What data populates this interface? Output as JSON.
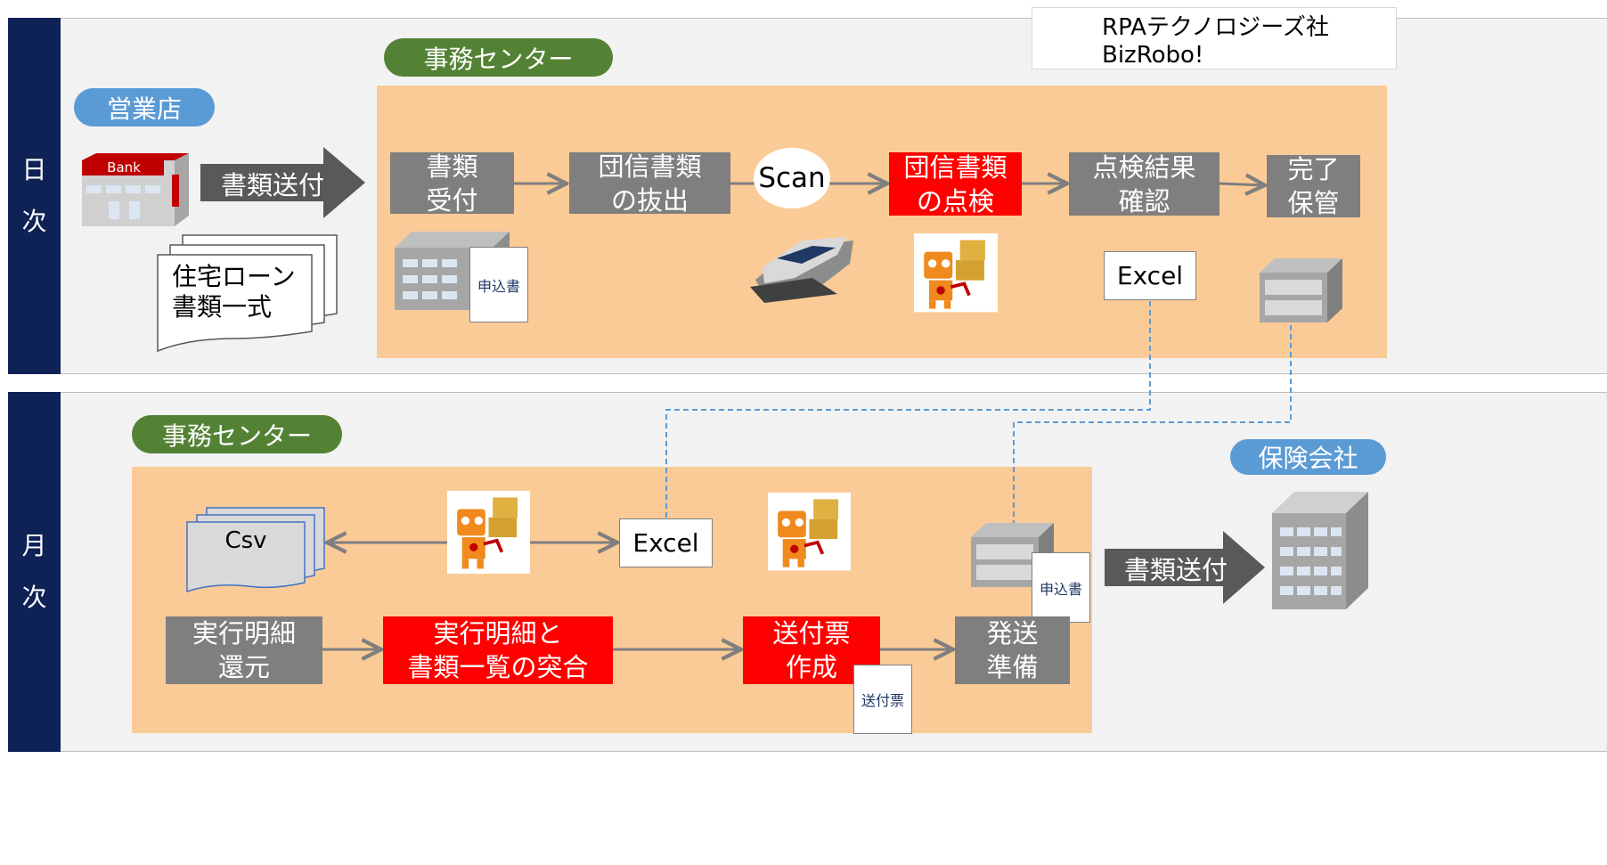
{
  "legend": {
    "label": "RPAテクノロジーズ社 BizRobo!"
  },
  "daily": {
    "side_label_1": "日",
    "side_label_2": "次",
    "branch_pill": "営業店",
    "center_pill": "事務センター",
    "bank_sign": "Bank",
    "send_arrow": "書類送付",
    "docs_label": "住宅ローン\n書類一式",
    "steps": [
      "書類\n受付",
      "団信書類\nの抜出",
      "Scan",
      "団信書類\nの点検",
      "点検結果\n確認",
      "完了\n保管"
    ],
    "app_doc": "申込書",
    "excel_note": "Excel"
  },
  "monthly": {
    "side_label_1": "月",
    "side_label_2": "次",
    "center_pill": "事務センター",
    "insurer_pill": "保険会社",
    "csv_label": "Csv",
    "excel_note": "Excel",
    "app_doc": "申込書",
    "slip_doc": "送付票",
    "send_arrow": "書類送付",
    "steps": [
      "実行明細\n還元",
      "実行明細と\n書類一覧の突合",
      "送付票\n作成",
      "発送\n準備"
    ]
  },
  "colors": {
    "navy": "#0f2256",
    "green": "#548235",
    "blue": "#5b9bd5",
    "orange_area": "#fbcb97",
    "gray_step": "#7f7f7f",
    "red_step": "#ff0000",
    "robot": "#f08a1c"
  }
}
